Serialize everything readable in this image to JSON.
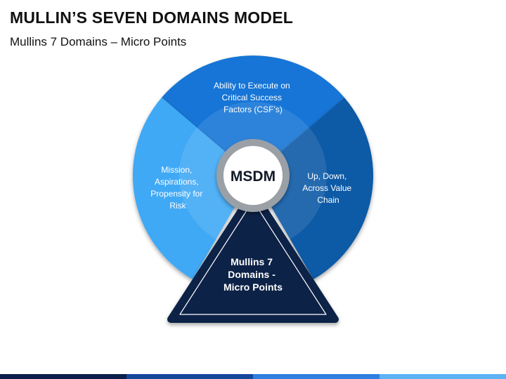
{
  "title": "MULLIN’S SEVEN DOMAINS MODEL",
  "subtitle": "Mullins 7 Domains – Micro Points",
  "segments": [
    {
      "id": "top",
      "label_lines": [
        "Ability to Execute on",
        "Critical Success",
        "Factors (CSF’s)"
      ],
      "color": "#1474d6"
    },
    {
      "id": "left",
      "label_lines": [
        "Mission,",
        "Aspirations,",
        "Propensity for",
        "Risk"
      ],
      "color": "#3fa9f5"
    },
    {
      "id": "right",
      "label_lines": [
        "Up, Down,",
        "Across Value",
        "Chain"
      ],
      "color": "#0a5aa6"
    }
  ],
  "center": {
    "label": "MSDM"
  },
  "triangle": {
    "label_lines": [
      "Mullins 7",
      "Domains -",
      "Micro Points"
    ],
    "color": "#0d2447"
  },
  "colors": {
    "ring": "#9aa0a6",
    "bottom_bar": [
      "#0b1f4a",
      "#15489c",
      "#2d7fe0",
      "#5bb2f5"
    ]
  }
}
